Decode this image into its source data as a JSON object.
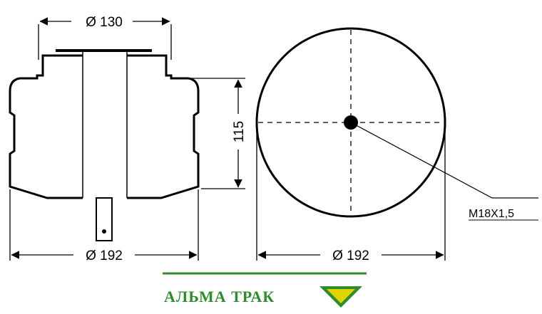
{
  "dimensions": {
    "top_diameter": "Ø 130",
    "height": "115",
    "bottom_diameter_side": "Ø 192",
    "bottom_diameter_top": "Ø 192",
    "thread": "M18X1,5"
  },
  "brand": {
    "name": "АЛЬМА ТРАК",
    "color": "#2e8b2e",
    "logo_fill": "#e2d400",
    "logo_stroke": "#2e8b2e"
  }
}
